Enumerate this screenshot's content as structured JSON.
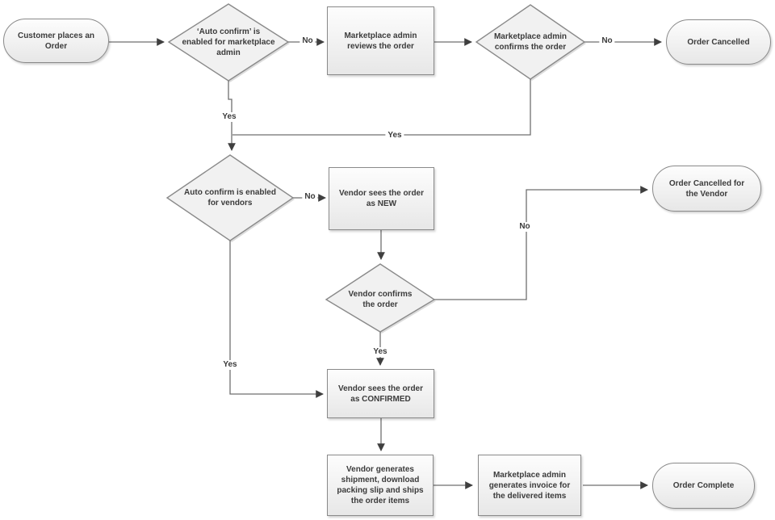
{
  "diagram": {
    "type": "flowchart",
    "nodes": [
      {
        "id": "customer-places-order",
        "shape": "terminator",
        "label": "Customer places an\nOrder"
      },
      {
        "id": "auto-confirm-admin",
        "shape": "decision",
        "label": "‘Auto confirm’ is\nenabled for marketplace\nadmin"
      },
      {
        "id": "admin-reviews-order",
        "shape": "process",
        "label": "Marketplace admin\nreviews the order"
      },
      {
        "id": "admin-confirms-order",
        "shape": "decision",
        "label": "Marketplace admin\nconfirms the order"
      },
      {
        "id": "order-cancelled",
        "shape": "terminator",
        "label": "Order Cancelled"
      },
      {
        "id": "auto-confirm-vendors",
        "shape": "decision",
        "label": "Auto confirm is enabled\nfor vendors"
      },
      {
        "id": "vendor-sees-new",
        "shape": "process",
        "label": "Vendor sees the order\nas NEW"
      },
      {
        "id": "vendor-confirms-order",
        "shape": "decision",
        "label": "Vendor confirms\nthe order"
      },
      {
        "id": "order-cancelled-vendor",
        "shape": "terminator",
        "label": "Order Cancelled for\nthe Vendor"
      },
      {
        "id": "vendor-sees-confirmed",
        "shape": "process",
        "label": "Vendor sees the order\nas CONFIRMED"
      },
      {
        "id": "vendor-ships-order",
        "shape": "process",
        "label": "Vendor generates\nshipment, download\npacking slip and ships\nthe order items"
      },
      {
        "id": "admin-generates-invoice",
        "shape": "process",
        "label": "Marketplace admin\ngenerates invoice for\nthe delivered items"
      },
      {
        "id": "order-complete",
        "shape": "terminator",
        "label": "Order Complete"
      }
    ],
    "edge_labels": [
      {
        "id": "admin-auto-confirm-no",
        "text": "No"
      },
      {
        "id": "admin-confirms-no",
        "text": "No"
      },
      {
        "id": "admin-auto-confirm-yes",
        "text": "Yes"
      },
      {
        "id": "admin-confirms-yes",
        "text": "Yes"
      },
      {
        "id": "vendor-auto-confirm-no",
        "text": "No"
      },
      {
        "id": "vendor-confirms-no",
        "text": "No"
      },
      {
        "id": "vendor-confirms-yes",
        "text": "Yes"
      },
      {
        "id": "vendor-auto-confirm-yes",
        "text": "Yes"
      }
    ],
    "colors": {
      "shape_fill": "#f1f1f1",
      "shape_border": "#8a8a8a",
      "connector": "#6f6f6f",
      "arrowhead": "#3f3f3f",
      "text": "#3b3b3b"
    }
  }
}
